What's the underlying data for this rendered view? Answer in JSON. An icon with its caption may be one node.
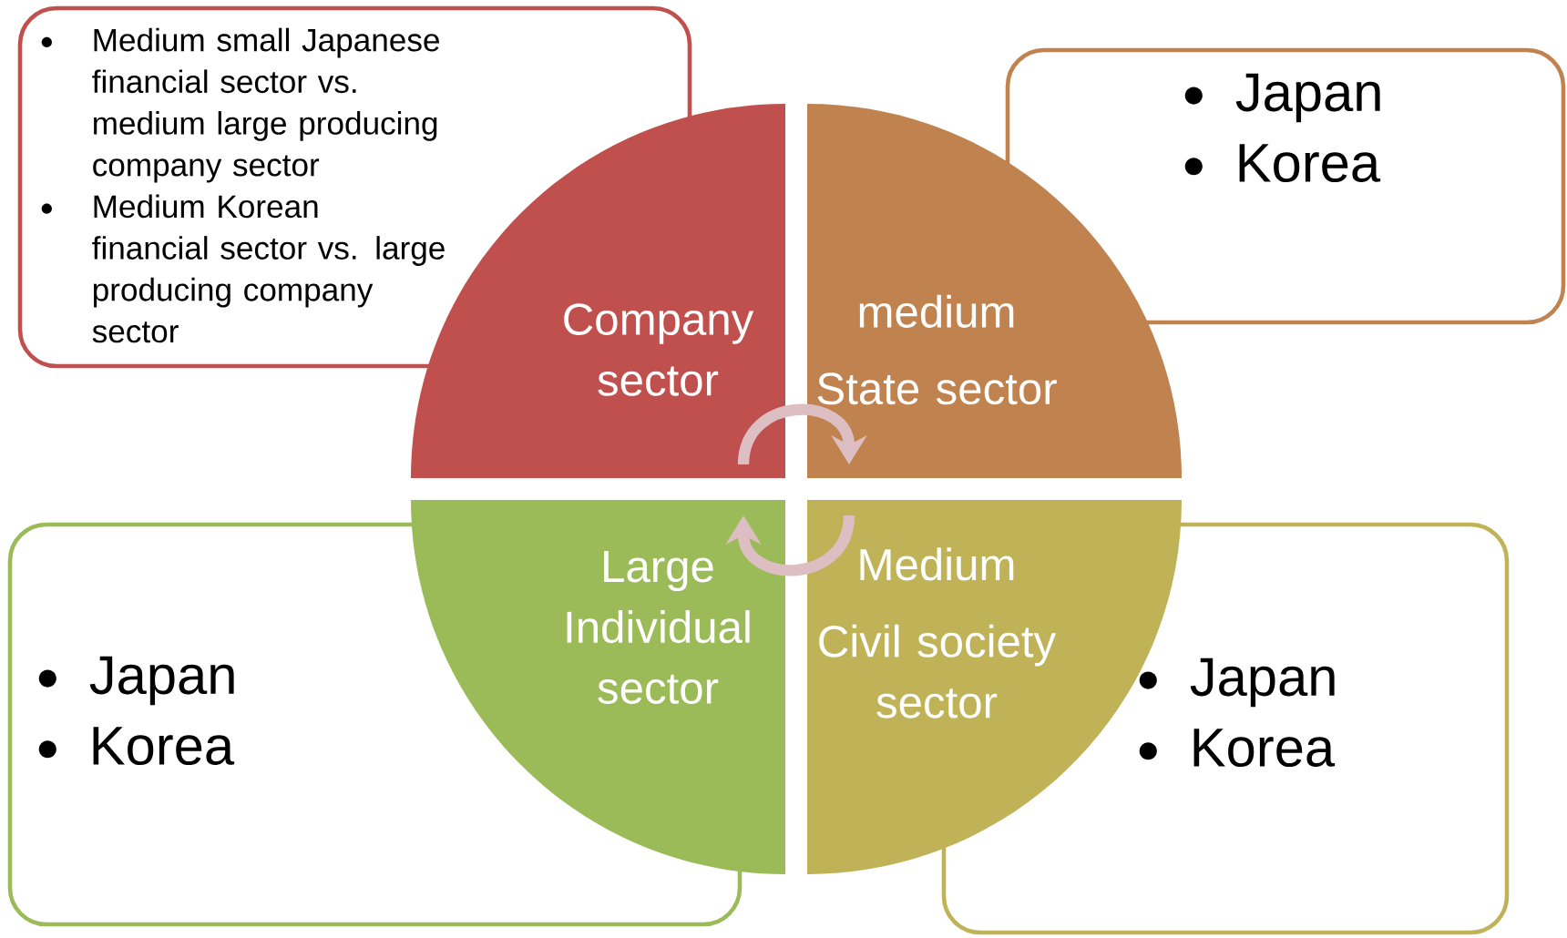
{
  "diagram": {
    "nodes": [
      {
        "text": [
          "Medium small Japanese financial sector vs. medium large producing company sector",
          "Medium Korean financial sector vs. large producing company sector"
        ]
      },
      {
        "text": [
          "Company sector"
        ]
      },
      {
        "text": [
          "medium",
          "State sector"
        ]
      },
      {
        "text": [
          "Japan",
          "Korea"
        ]
      },
      {
        "text": [
          "Japan",
          "Korea"
        ]
      },
      {
        "text": [
          "Large Individual sector"
        ]
      },
      {
        "text": [
          "Medium",
          "Civil society sector"
        ]
      },
      {
        "text": [
          "Japan",
          "Korea"
        ]
      }
    ],
    "edges": [
      {
        "from": 1,
        "to": 2,
        "arrow": "to"
      },
      {
        "from": 6,
        "to": 5,
        "arrow": "to"
      }
    ]
  }
}
